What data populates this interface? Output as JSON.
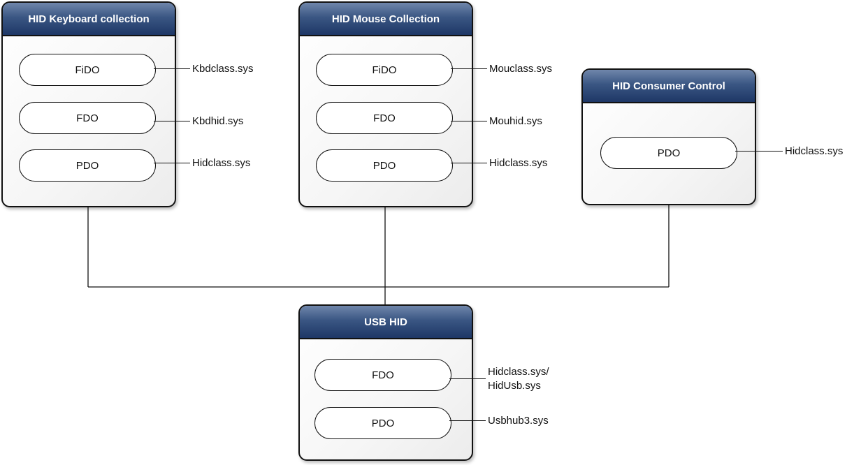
{
  "stacks": {
    "keyboard": {
      "title": "HID Keyboard collection",
      "nodes": [
        {
          "label": "FiDO",
          "driver": "Kbdclass.sys"
        },
        {
          "label": "FDO",
          "driver": "Kbdhid.sys"
        },
        {
          "label": "PDO",
          "driver": "Hidclass.sys"
        }
      ]
    },
    "mouse": {
      "title": "HID Mouse Collection",
      "nodes": [
        {
          "label": "FiDO",
          "driver": "Mouclass.sys"
        },
        {
          "label": "FDO",
          "driver": "Mouhid.sys"
        },
        {
          "label": "PDO",
          "driver": "Hidclass.sys"
        }
      ]
    },
    "consumer": {
      "title": "HID Consumer Control",
      "nodes": [
        {
          "label": "PDO",
          "driver": "Hidclass.sys"
        }
      ]
    },
    "usb": {
      "title": "USB HID",
      "nodes": [
        {
          "label": "FDO",
          "driver_line1": "Hidclass.sys/",
          "driver_line2": "HidUsb.sys"
        },
        {
          "label": "PDO",
          "driver": "Usbhub3.sys"
        }
      ]
    }
  },
  "colors": {
    "header_top": "#6f86ab",
    "header_bottom": "#1e3766",
    "line": "#111111"
  }
}
